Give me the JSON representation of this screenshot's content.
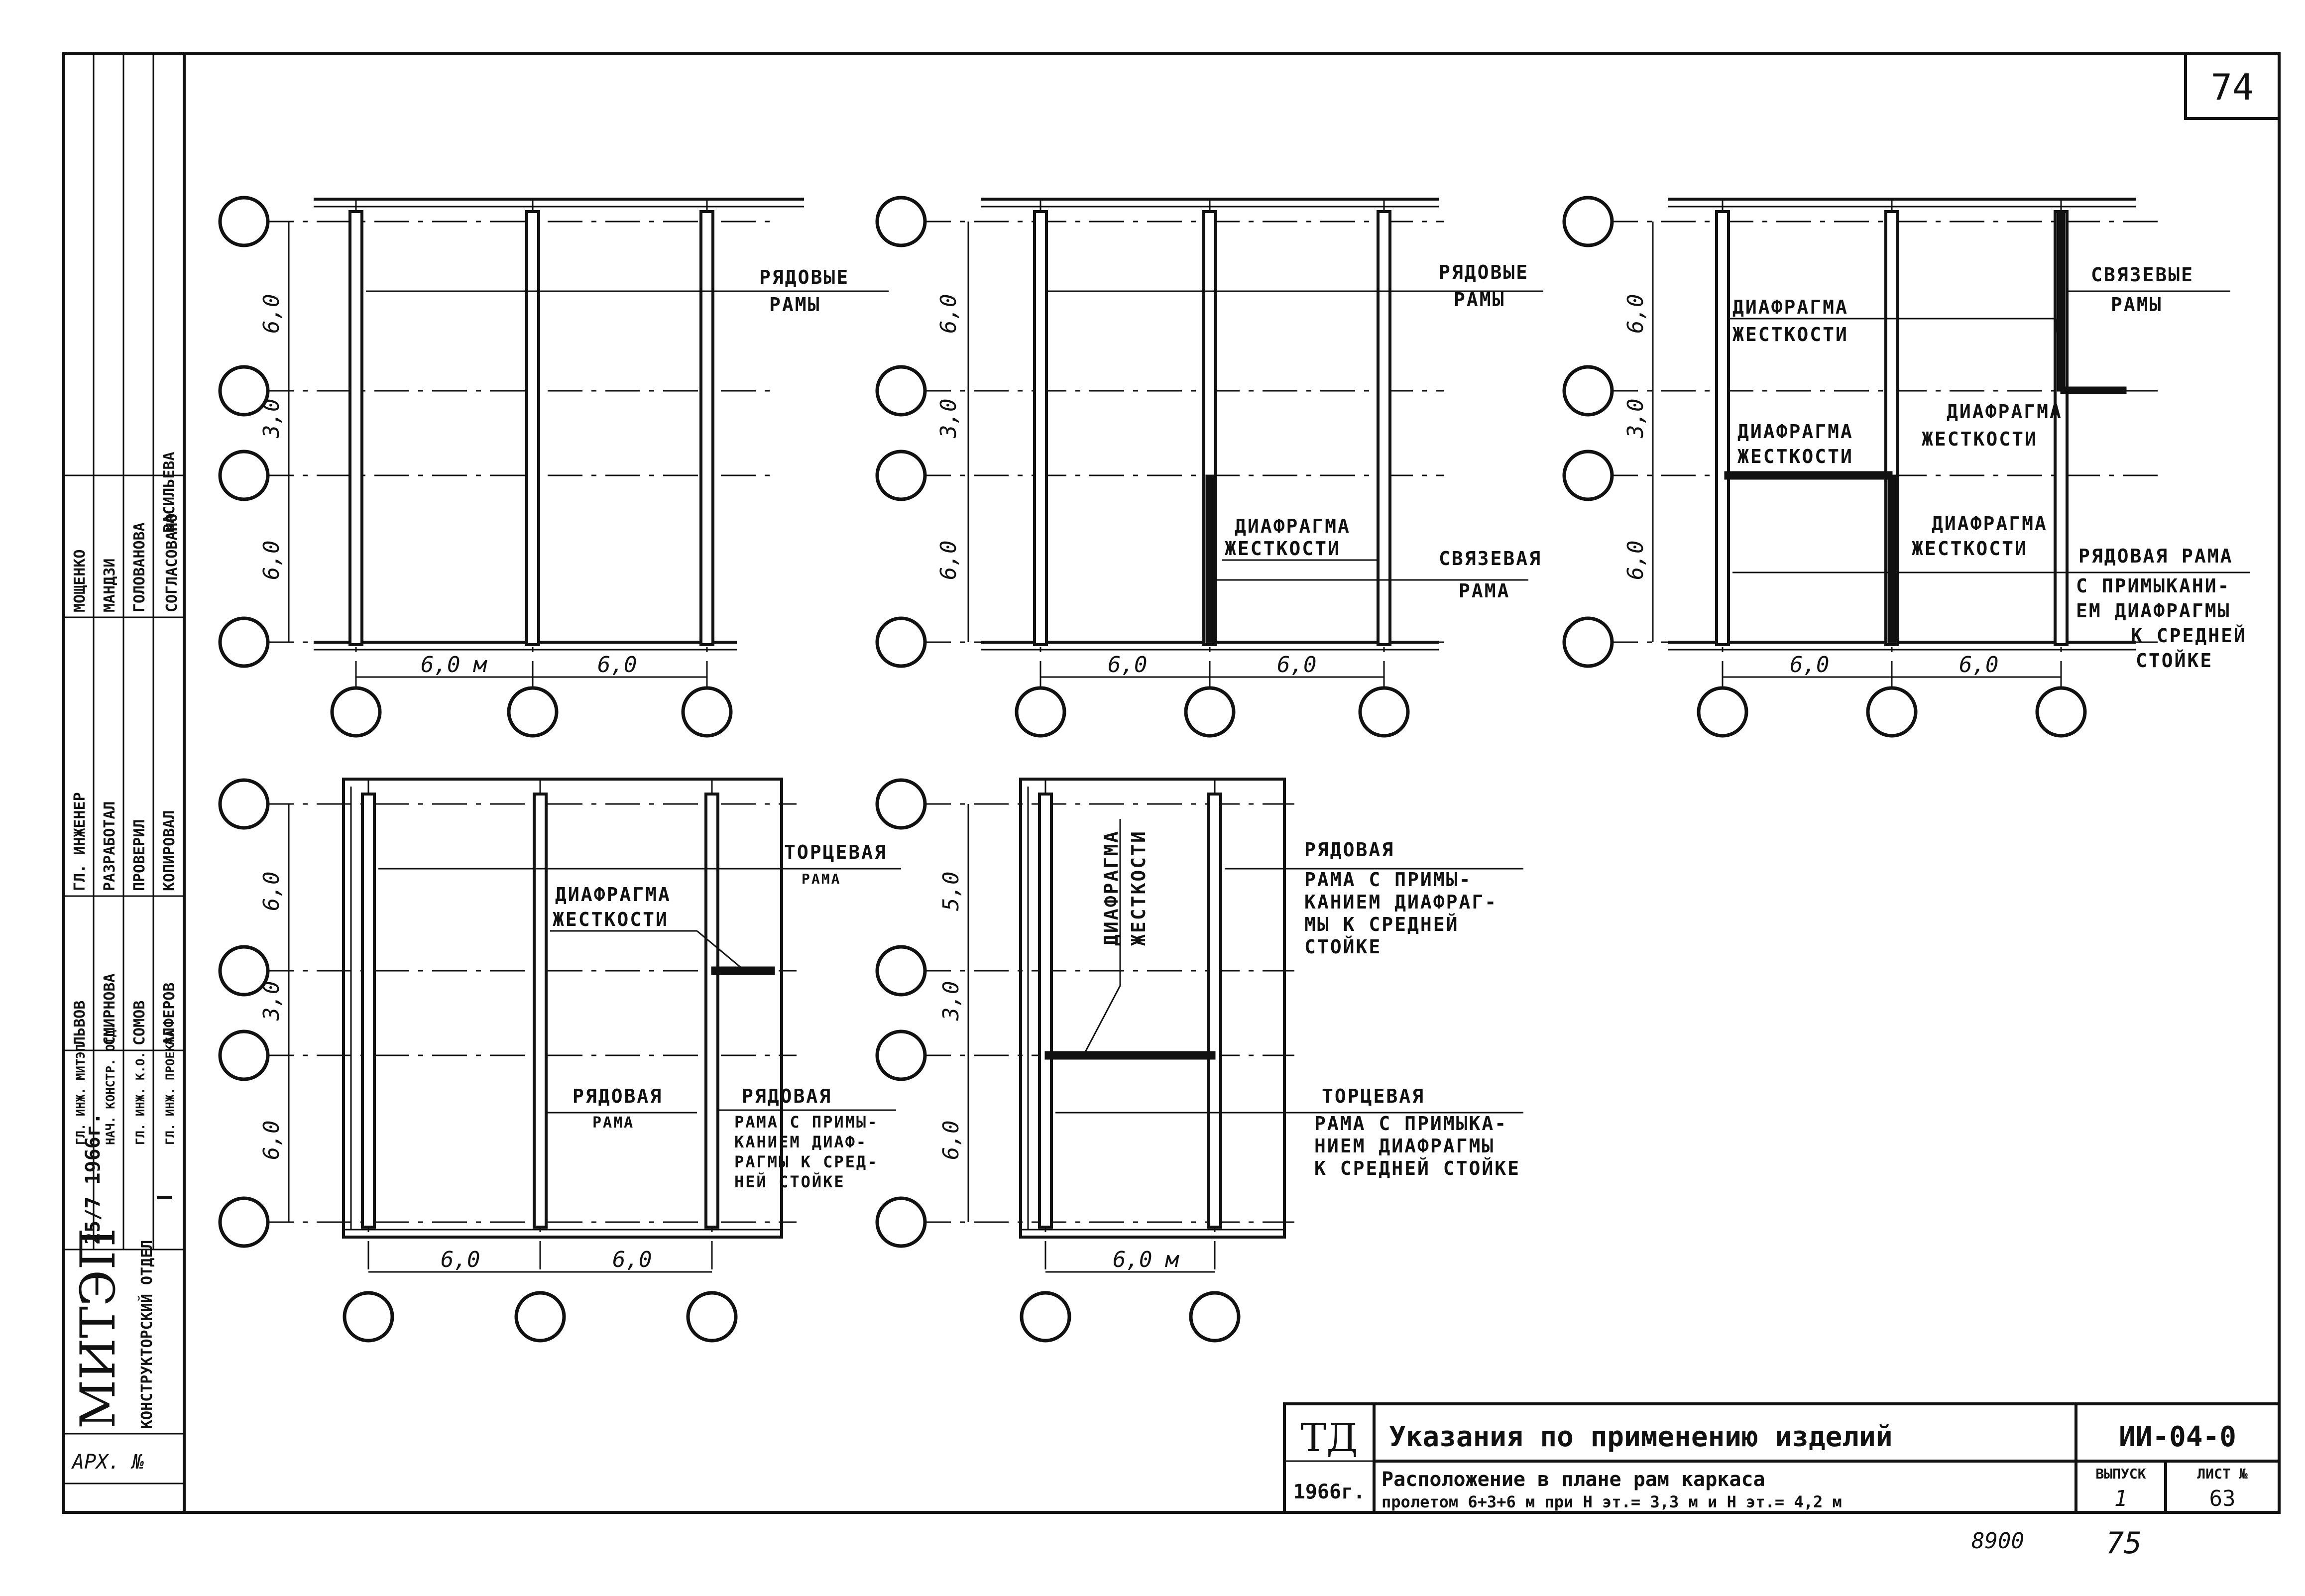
{
  "page": {
    "number": "74",
    "bottom_num_left": "8900",
    "bottom_num_right": "75"
  },
  "labels": {
    "ryadovye_ramy": [
      "РЯДОВЫЕ",
      "РАМЫ"
    ],
    "diafragma": [
      "ДИАФРАГМА",
      "ЖЕСТКОСТИ"
    ],
    "svyazevaya_rama": [
      "СВЯЗЕВАЯ",
      "РАМА"
    ],
    "svyazevye_ramy": [
      "СВЯЗЕВЫЕ",
      "РАМЫ"
    ],
    "ryadovaya_rama_primyk": [
      "РЯДОВАЯ РАМА",
      "С ПРИМЫКАНИ-",
      "ЕМ ДИАФРАГМЫ",
      "К СРЕДНЕЙ",
      "СТОЙКЕ"
    ],
    "torcevaya_rama": [
      "ТОРЦЕВАЯ",
      "РАМА"
    ],
    "ryadovaya_rama": [
      "РЯДОВАЯ",
      "РАМА"
    ],
    "ryadovaya_rama_primyk4": [
      "РЯДОВАЯ",
      "РАМА С ПРИМЫ-",
      "КАНИЕМ ДИАФ-",
      "РАГМЫ К СРЕД-",
      "НЕЙ СТОЙКЕ"
    ],
    "ryadovaya_rama_primyk5": [
      "РЯДОВАЯ",
      "РАМА С ПРИМЫ-",
      "КАНИЕМ ДИАФРАГ-",
      "МЫ К СРЕДНЕЙ",
      "СТОЙКЕ"
    ],
    "torcevaya_rama_primyk": [
      "ТОРЦЕВАЯ",
      "РАМА С ПРИМЫКА-",
      "НИЕМ ДИАФРАГМЫ",
      "К СРЕДНЕЙ СТОЙКЕ"
    ]
  },
  "dims": {
    "d60": "6,0",
    "d30": "3,0",
    "d60m": "6,0 м",
    "d50": "5,0"
  },
  "title_block": {
    "td": "ТД",
    "year": "1966г.",
    "title": "Указания по применению изделий",
    "subtitle_1": "Расположение в плане рам каркаса",
    "subtitle_2": "пролетом 6+3+6 м при Н эт.= 3,3 м и Н эт.= 4,2 м",
    "code": "ИИ-04-0",
    "vypusk_label": "ВЫПУСК",
    "vypusk_value": "1",
    "list_label": "ЛИСТ №",
    "list_value": "63"
  },
  "side_block": {
    "soglasovano": "СОГЛАСОВАНО",
    "approvals": [
      "МОЩЕНКО",
      "МАНДЗИ",
      "ГОЛОВАНОВА",
      "ВАСИЛЬЕВА"
    ],
    "roles": [
      "ГЛ. ИНЖЕНЕР",
      "РАЗРАБОТАЛ",
      "ПРОВЕРИЛ",
      "КОПИРОВАЛ"
    ],
    "names": [
      "ЛЬВОВ",
      "СМИРНОВА",
      "СОМОВ",
      "АЛФЕРОВ"
    ],
    "roles2": [
      "ГЛ. ИНЖ. МИТЭП",
      "НАЧ. КОНСТР. ОТД.",
      "ГЛ. ИНЖ. К.О.",
      "ГЛ. ИНЖ. ПРОЕКТА"
    ],
    "date": "25/7 1966г.",
    "dash": "—",
    "org": "МИТЭП",
    "dept": "КОНСТРУКТОРСКИЙ ОТДЕЛ",
    "arch": "АРХ. №"
  }
}
